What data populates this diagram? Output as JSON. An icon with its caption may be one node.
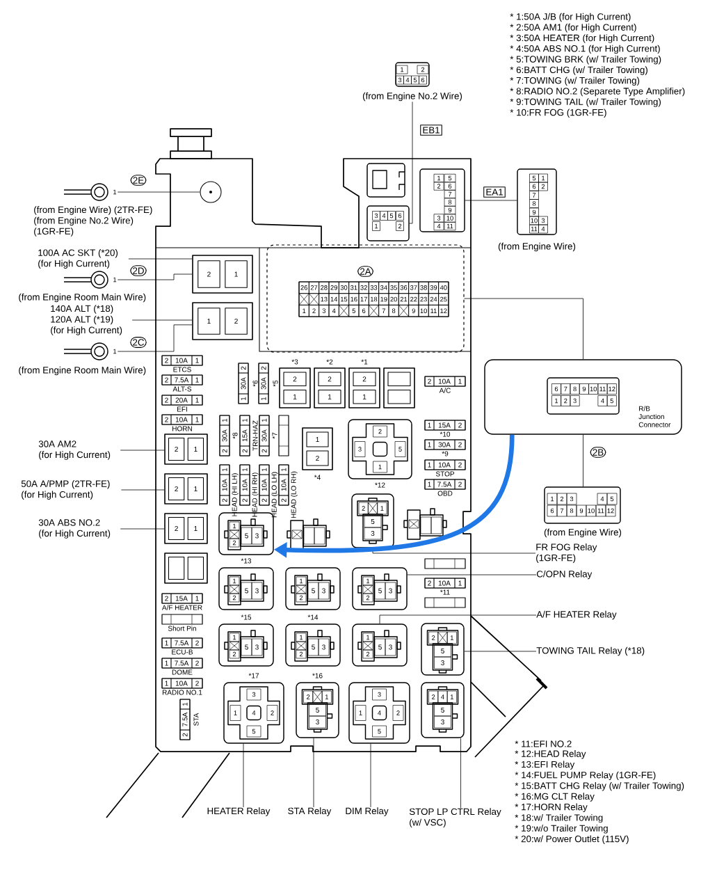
{
  "diagram": {
    "nodes": [
      {
        "text": [
          "1",
          "2",
          "3",
          "4",
          "5",
          "6"
        ],
        "beside": [
          "(from Engine No.2 Wire)"
        ]
      },
      {
        "text": [
          "3",
          "4",
          "5",
          "6",
          "1",
          "2"
        ]
      },
      {
        "text": [],
        "shape": "box"
      },
      {
        "text": [
          "1",
          "5",
          "2",
          "6",
          "7",
          "8",
          "9",
          "3",
          "10",
          "4",
          "11"
        ]
      },
      {
        "text": [
          "5",
          "1",
          "6",
          "2",
          "7",
          "8",
          "9",
          "10",
          "3",
          "11",
          "4"
        ],
        "beside": [
          "(from Engine Wire)"
        ]
      },
      {
        "text": [
          "1"
        ],
        "beside": [
          "(from Engine Wire) (2TR-FE) (from Engine No.2 Wire) (1GR-FE)"
        ]
      },
      {
        "text": [],
        "shape": "circle"
      },
      {
        "text": [
          "100A AC SKT (*20) (for High Current)"
        ]
      },
      {
        "text": [
          "2",
          "1"
        ]
      },
      {
        "text": [
          "1"
        ],
        "beside": [
          "(from Engine Room Main Wire)"
        ]
      },
      {
        "text": [
          "140A ALT (*18) 120A ALT (*19) (for High Current)"
        ]
      },
      {
        "text": [
          "1",
          "2"
        ]
      },
      {
        "text": [
          "1"
        ],
        "beside": [
          "(from Engine Room Main Wire)"
        ]
      },
      {
        "text": [
          "2A"
        ]
      },
      {
        "text": [
          "26",
          "27",
          "28",
          "29",
          "30",
          "31",
          "32",
          "33",
          "34",
          "35",
          "36",
          "37",
          "38",
          "39",
          "40",
          "13",
          "14",
          "15",
          "16",
          "17",
          "18",
          "19",
          "20",
          "21",
          "22",
          "23",
          "24",
          "25",
          "1",
          "2",
          "3",
          "4",
          "5",
          "6",
          "7",
          "8",
          "9",
          "10",
          "11",
          "12"
        ],
        "in": 13
      },
      {
        "text": [
          "R/B Junction Connector"
        ]
      },
      {
        "text": [
          "6",
          "7",
          "8",
          "9",
          "10",
          "11",
          "12",
          "1",
          "2",
          "3",
          "4",
          "5"
        ],
        "in": 15
      },
      {
        "text": [
          "1",
          "2",
          "3",
          "4",
          "5",
          "6",
          "7",
          "8",
          "9",
          "10",
          "11",
          "12"
        ],
        "beside": [
          "(from Engine Wire)"
        ]
      },
      {
        "text": [
          "30A AM2 (for High Current)"
        ]
      },
      {
        "text": [
          "2",
          "1"
        ]
      },
      {
        "text": [
          "50A A/PMP (2TR-FE) (for High Current)"
        ]
      },
      {
        "text": [
          "2",
          "1"
        ]
      },
      {
        "text": [
          "30A ABS NO.2 (for High Current)"
        ]
      },
      {
        "text": [
          "2",
          "1"
        ]
      },
      {
        "text": [],
        "shape": "box"
      },
      {
        "text": [
          "2",
          "10A",
          "1"
        ],
        "beside": [
          "ETCS"
        ]
      },
      {
        "text": [
          "2",
          "7.5A",
          "1"
        ],
        "beside": [
          "ALT-S"
        ]
      },
      {
        "text": [
          "2",
          "20A",
          "1"
        ],
        "beside": [
          "EFI"
        ]
      },
      {
        "text": [
          "2",
          "10A",
          "1"
        ],
        "beside": [
          "HORN"
        ]
      },
      {
        "text": [
          "2",
          "15A",
          "1"
        ],
        "beside": [
          "A/F HEATER"
        ]
      },
      {
        "text": [],
        "shape": "box",
        "beside": [
          "Short Pin"
        ]
      },
      {
        "text": [
          "1",
          "7.5A",
          "2"
        ],
        "beside": [
          "ECU-B"
        ]
      },
      {
        "text": [
          "1",
          "7.5A",
          "2"
        ],
        "beside": [
          "DOME"
        ]
      },
      {
        "text": [
          "1",
          "10A",
          "2"
        ],
        "beside": [
          "RADIO NO.1"
        ]
      },
      {
        "text": [
          "2",
          "7.5A",
          "1"
        ],
        "beside": [
          "STA"
        ]
      },
      {
        "text": [
          "1",
          "30A",
          "2"
        ],
        "beside": [
          "*6"
        ]
      },
      {
        "text": [
          "1",
          "30A",
          "2"
        ],
        "beside": [
          "*5"
        ]
      },
      {
        "text": [
          "2",
          "30A",
          "1"
        ],
        "beside": [
          "*8"
        ]
      },
      {
        "text": [
          "2",
          "15A",
          "1"
        ],
        "beside": [
          "TRN-HAZ"
        ]
      },
      {
        "text": [
          "2",
          "30A",
          "1"
        ],
        "beside": [
          "*7"
        ]
      },
      {
        "text": [],
        "shape": "box"
      },
      {
        "text": [
          "2",
          "10A",
          "1"
        ],
        "beside": [
          "HEAD (HI LH)"
        ]
      },
      {
        "text": [
          "2",
          "10A",
          "1"
        ],
        "beside": [
          "HEAD (HI RH)"
        ]
      },
      {
        "text": [
          "2",
          "10A",
          "1"
        ],
        "beside": [
          "HEAD (LO LH)"
        ]
      },
      {
        "text": [
          "2",
          "10A",
          "1"
        ],
        "beside": [
          "HEAD (LO RH)"
        ]
      },
      {
        "text": [
          "2",
          "1"
        ],
        "beside": [
          "*3"
        ]
      },
      {
        "text": [
          "2",
          "1"
        ],
        "beside": [
          "*2"
        ]
      },
      {
        "text": [
          "2",
          "1"
        ],
        "beside": [
          "*1"
        ]
      },
      {
        "text": [],
        "shape": "box"
      },
      {
        "text": [
          "1",
          "2"
        ],
        "beside": [
          "*4"
        ]
      },
      {
        "text": [
          "2",
          "3",
          "5",
          "1"
        ],
        "beside": [
          "*12"
        ]
      },
      {
        "text": [
          "2",
          "10A",
          "1"
        ],
        "beside": [
          "A/C"
        ]
      },
      {
        "text": [
          "1",
          "15A",
          "2"
        ],
        "beside": [
          "*10"
        ]
      },
      {
        "text": [
          "1",
          "30A",
          "2"
        ],
        "beside": [
          "*9"
        ]
      },
      {
        "text": [
          "1",
          "10A",
          "2"
        ],
        "beside": [
          "STOP"
        ]
      },
      {
        "text": [
          "1",
          "7.5A",
          "2"
        ],
        "beside": [
          "OBD"
        ]
      },
      {
        "text": [],
        "shape": "box"
      },
      {
        "text": [
          "2",
          "10A",
          "1"
        ],
        "beside": [
          "*11"
        ]
      },
      {
        "text": [],
        "shape": "box"
      },
      {
        "text": [
          "1",
          "2",
          "5",
          "3"
        ]
      },
      {
        "text": [],
        "shape": "box"
      },
      {
        "text": [
          "2",
          "1",
          "5",
          "3"
        ]
      },
      {
        "text": [],
        "shape": "box"
      },
      {
        "text": [
          "1",
          "2",
          "5",
          "3"
        ],
        "beside": [
          "*13"
        ]
      },
      {
        "text": [
          "1",
          "2",
          "5",
          "3"
        ]
      },
      {
        "text": [
          "1",
          "2",
          "5",
          "3"
        ]
      },
      {
        "text": [
          "1",
          "2",
          "5",
          "3"
        ],
        "beside": [
          "*15"
        ]
      },
      {
        "text": [
          "1",
          "2",
          "5",
          "3"
        ],
        "beside": [
          "*14"
        ]
      },
      {
        "text": [
          "1",
          "2",
          "5",
          "3"
        ]
      },
      {
        "text": [
          "2",
          "1",
          "5",
          "3"
        ]
      },
      {
        "text": [
          "3",
          "1",
          "4",
          "2",
          "5"
        ],
        "beside": [
          "*17"
        ]
      },
      {
        "text": [
          "2",
          "1",
          "5",
          "3"
        ],
        "beside": [
          "*16"
        ]
      },
      {
        "text": [
          "3",
          "1",
          "4",
          "2",
          "5"
        ]
      },
      {
        "text": [
          "2",
          "4",
          "1",
          "5",
          "3"
        ]
      },
      {
        "text": [
          "FR FOG Relay (1GR-FE)"
        ]
      },
      {
        "text": [
          "C/OPN Relay"
        ]
      },
      {
        "text": [
          "A/F HEATER Relay"
        ]
      },
      {
        "text": [
          "TOWING TAIL Relay (*18)"
        ]
      },
      {
        "text": [
          "HEATER Relay"
        ]
      },
      {
        "text": [
          "STA Relay"
        ]
      },
      {
        "text": [
          "DIM Relay"
        ]
      },
      {
        "text": [
          "STOP LP CTRL Relay (w/ VSC)"
        ]
      }
    ],
    "edges": [
      {
        "from": 0,
        "to": 1,
        "arrow": "none",
        "label": "EB1"
      },
      {
        "from": 3,
        "to": 4,
        "arrow": "none",
        "label": "EA1"
      },
      {
        "from": 5,
        "to": 6,
        "arrow": "none",
        "label": "2E"
      },
      {
        "from": 7,
        "to": 8,
        "arrow": "none"
      },
      {
        "from": 9,
        "to": 8,
        "arrow": "none",
        "label": "2D"
      },
      {
        "from": 10,
        "to": 11,
        "arrow": "none"
      },
      {
        "from": 12,
        "to": 11,
        "arrow": "none",
        "label": "2C"
      },
      {
        "from": 13,
        "to": 15,
        "arrow": "none"
      },
      {
        "from": 15,
        "to": 17,
        "arrow": "none",
        "label": "2B"
      },
      {
        "from": 18,
        "to": 19,
        "arrow": "none"
      },
      {
        "from": 20,
        "to": 21,
        "arrow": "none"
      },
      {
        "from": 22,
        "to": 23,
        "arrow": "none"
      },
      {
        "from": 74,
        "to": 61,
        "arrow": "none"
      },
      {
        "from": 75,
        "to": 65,
        "arrow": "none"
      },
      {
        "from": 76,
        "to": 68,
        "arrow": "none"
      },
      {
        "from": 77,
        "to": 69,
        "arrow": "none"
      },
      {
        "from": 78,
        "to": 70,
        "arrow": "none"
      },
      {
        "from": 79,
        "to": 71,
        "arrow": "none"
      },
      {
        "from": 80,
        "to": 72,
        "arrow": "none"
      },
      {
        "from": 81,
        "to": 73,
        "arrow": "none"
      },
      {
        "from": 15,
        "to": 59,
        "arrow": "to",
        "style": "thick",
        "color": "#1f78e6"
      }
    ],
    "labels": [
      "* 1:50A J/B (for High Current)",
      "* 2:50A AM1 (for High Current)",
      "* 3:50A HEATER (for High Current)",
      "* 4:50A ABS NO.1 (for High Current)",
      "* 5:TOWING BRK (w/ Trailer Towing)",
      "* 6:BATT CHG (w/ Trailer Towing)",
      "* 7:TOWING (w/ Trailer Towing)",
      "* 8:RADIO NO.2 (Separete Type Amplifier)",
      "* 9:TOWING TAIL (w/ Trailer Towing)",
      "* 10:FR FOG (1GR-FE)",
      "* 11:EFI NO.2",
      "* 12:HEAD Relay",
      "* 13:EFI Relay",
      "* 14:FUEL PUMP Relay (1GR-FE)",
      "* 15:BATT CHG Relay (w/ Trailer Towing)",
      "* 16:MG CLT Relay",
      "* 17:HORN Relay",
      "* 18:w/ Trailer Towing",
      "* 19:w/o Trailer Towing",
      "* 20:w/ Power Outlet (115V)"
    ]
  }
}
